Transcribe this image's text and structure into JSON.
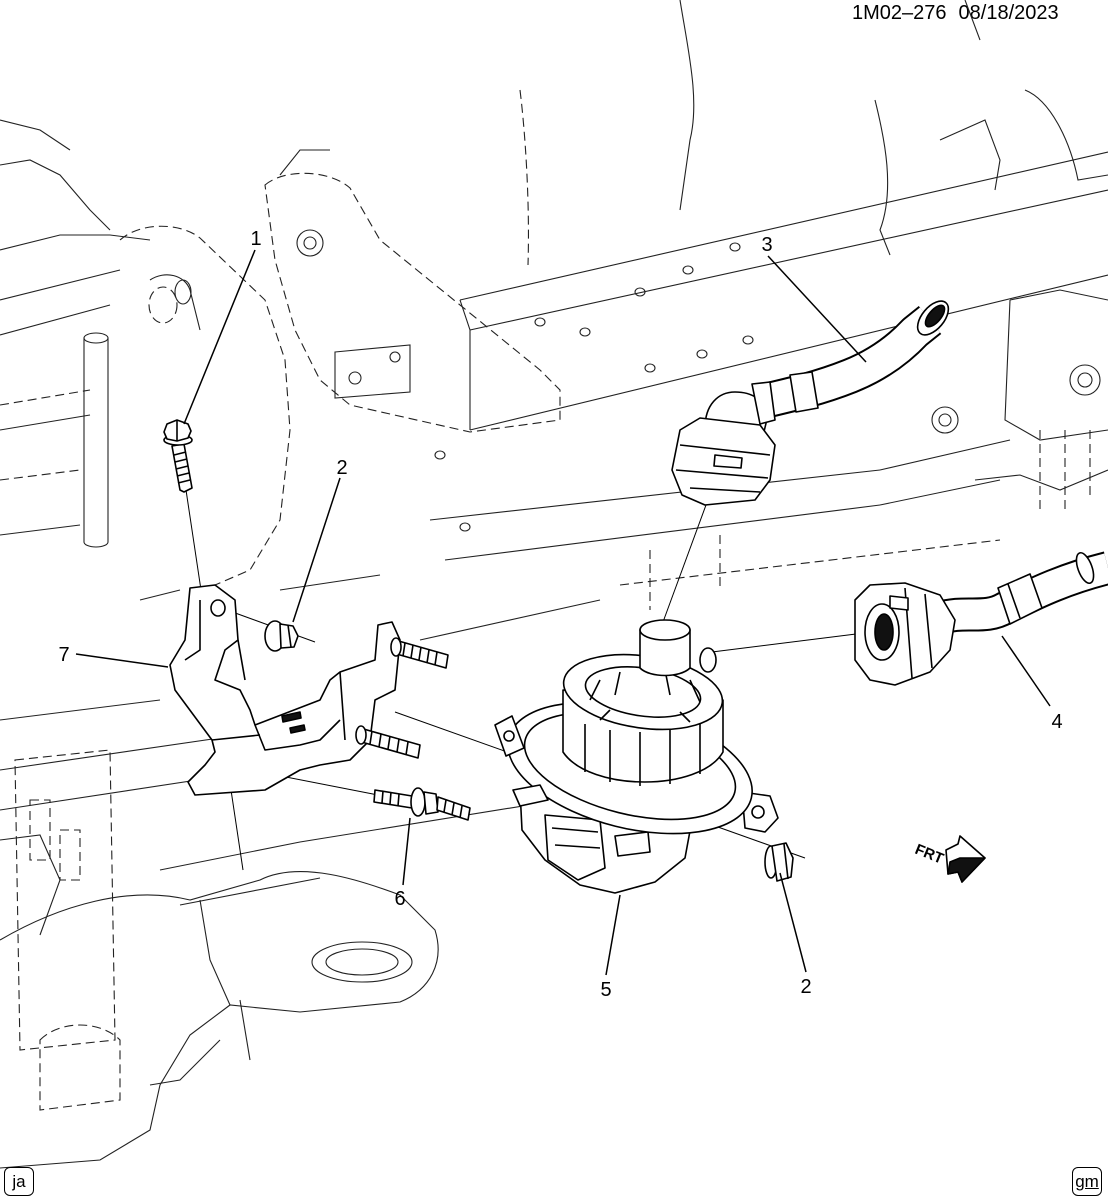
{
  "header": {
    "code": "1M02–276",
    "date": "08/18/2023"
  },
  "callouts": [
    "1",
    "2",
    "3",
    "7",
    "4",
    "6",
    "5",
    "2"
  ],
  "direction_label": "FRT",
  "footer": {
    "left_badge": "ja",
    "right_badge": "gm"
  },
  "colors": {
    "line": "#000000",
    "background": "#ffffff"
  }
}
